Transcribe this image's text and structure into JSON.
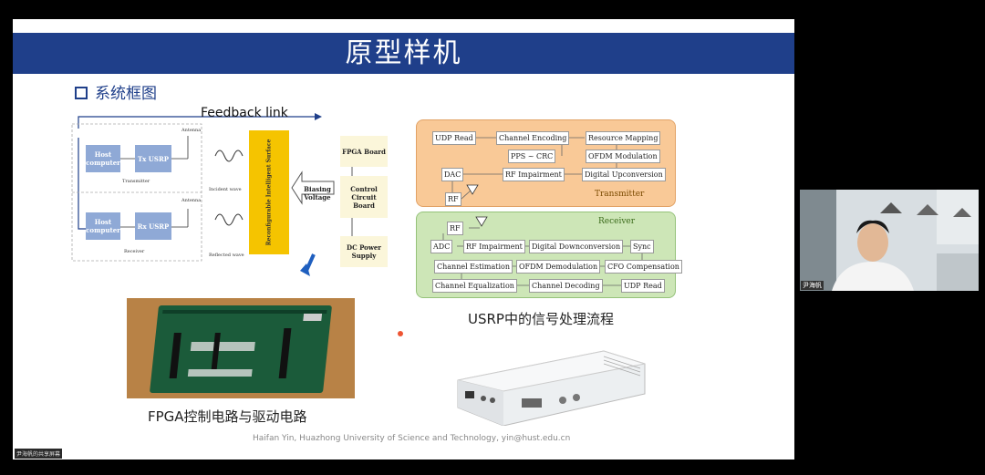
{
  "slide": {
    "title": "原型样机",
    "section": "系统框图",
    "fpga_caption": "FPGA控制电路与驱动电路",
    "usrp_caption": "USRP中的信号处理流程",
    "footer": "Haifan Yin, Huazhong University of Science and Technology, yin@hust.edu.cn"
  },
  "system_diagram": {
    "feedback": "Feedback link",
    "host_tx": "Host computer",
    "tx_usrp": "Tx USRP",
    "transmitter": "Transmitter",
    "host_rx": "Host computer",
    "rx_usrp": "Rx USRP",
    "receiver": "Receiver",
    "antenna_tx": "Antenna",
    "antenna_rx": "Antenna",
    "incident": "Incident wave",
    "reflected": "Reflected wave",
    "ris": "Reconfigurable Intelligent Surface",
    "biasing": "Biasing Voltage",
    "fpga_board": "FPGA Board",
    "control": "Control Circuit Board",
    "dc_power": "DC Power Supply"
  },
  "usrp_flow": {
    "transmitter_label": "Transmitter",
    "receiver_label": "Receiver",
    "tx": [
      "UDP Read",
      "Channel Encoding",
      "Resource Mapping",
      "PPS ~ CRC",
      "OFDM Modulation",
      "DAC",
      "RF Impairment",
      "Digital Upconversion",
      "RF"
    ],
    "rx": [
      "RF",
      "ADC",
      "RF Impairment",
      "Digital Downconversion",
      "Sync",
      "Channel Estimation",
      "OFDM Demodulation",
      "CFO Compensation",
      "Channel Equalization",
      "Channel Decoding",
      "UDP Read"
    ]
  },
  "participants": {
    "speaker_name": "尹海帆"
  },
  "bottom_label": "尹海帆的共享屏幕",
  "colors": {
    "title_bar": "#1f3f8a",
    "tx_bg": "#f9c997",
    "rx_bg": "#cde6b7",
    "ris": "#f5c400"
  }
}
